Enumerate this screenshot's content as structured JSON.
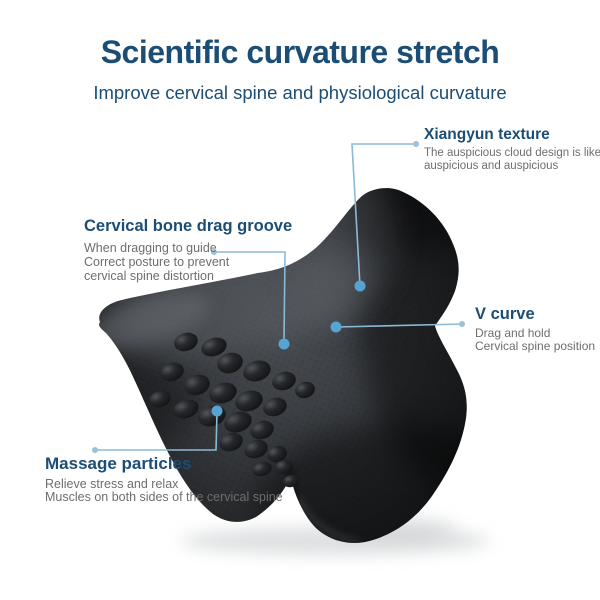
{
  "header": {
    "title": "Scientific curvature stretch",
    "subtitle": "Improve cervical spine and physiological curvature"
  },
  "callouts": [
    {
      "id": "xiangyun-texture",
      "heading": "Xiangyun texture",
      "lines": [
        "The auspicious cloud design is like",
        "auspicious and auspicious"
      ]
    },
    {
      "id": "cervical-bone-drag-groove",
      "heading": "Cervical bone drag groove",
      "lines": [
        "When dragging to guide",
        "Correct posture to prevent",
        "cervical spine distortion"
      ]
    },
    {
      "id": "v-curve",
      "heading": "V curve",
      "lines": [
        "Drag and hold",
        "Cervical spine position"
      ]
    },
    {
      "id": "massage-particles",
      "heading": "Massage particles",
      "lines": [
        "Relieve stress and relax",
        "Muscles on both sides of the cervical spine"
      ]
    }
  ],
  "colors": {
    "heading_navy": "#1c4d74",
    "body_gray": "#6e6e6e",
    "connector_line": "#8cbad6",
    "connector_dot": "#57a3d2",
    "connector_dot_small": "#9cc1d8",
    "pillow_dark": "#1a1b1d",
    "page_bg": "#ffffff"
  }
}
